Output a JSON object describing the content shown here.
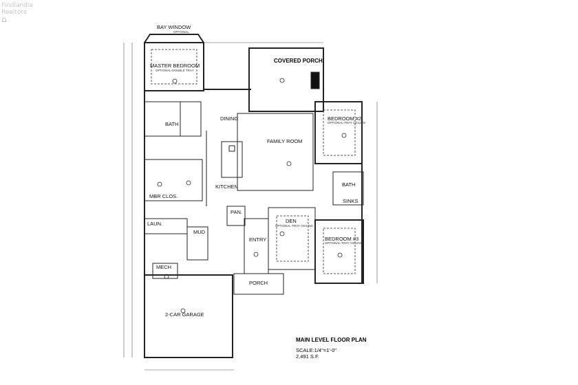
{
  "watermark": {
    "line1": "Findlandia",
    "line2": "Realtors"
  },
  "rooms": {
    "bay_window": "BAY WINDOW",
    "bay_window_note": "OPTIONAL",
    "master_bedroom": "MASTER BEDROOM",
    "master_bedroom_note": "OPTIONAL-DOUBLE TRAY",
    "covered_porch": "COVERED PORCH",
    "bath_master": "BATH",
    "dining": "DINING",
    "family_room": "FAMILY ROOM",
    "bedroom2": "BEDROOM #2",
    "bedroom2_note": "OPTIONAL-TRAY CEILING",
    "bath2": "BATH",
    "sinks": "SINKS",
    "kitchen": "KITCHEN",
    "mbr_clos": "MBR CLOS.",
    "pan": "PAN.",
    "laun": "LAUN.",
    "mud": "MUD",
    "den": "DEN",
    "den_note": "OPTIONAL-TRAY CEILING",
    "entry": "ENTRY",
    "bedroom3": "BEDROOM #3",
    "bedroom3_note": "OPTIONAL-TRAY CEILING",
    "mech": "MECH",
    "porch": "PORCH",
    "garage": "2-CAR GARAGE"
  },
  "title_block": {
    "title": "MAIN LEVEL FLOOR PLAN",
    "scale": "SCALE:1/4\"=1'-0\"",
    "area": "2,491 S.F."
  }
}
